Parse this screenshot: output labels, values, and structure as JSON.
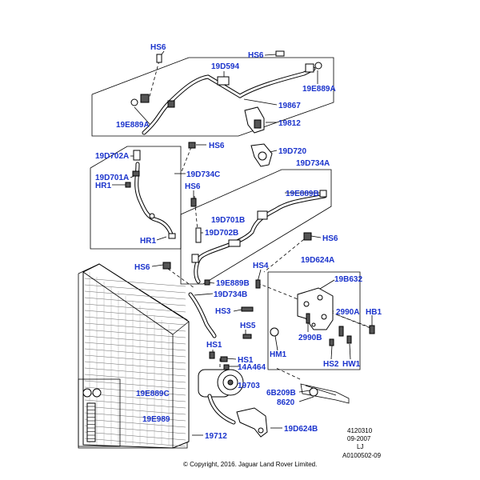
{
  "labels": {
    "hs6_top": "HS6",
    "hs6_right": "HS6",
    "p19d594": "19D594",
    "p19e889a_right": "19E889A",
    "p19e889a_left": "19E889A",
    "p19867": "19867",
    "p19812": "19812",
    "hs6_mid": "HS6",
    "p19d720": "19D720",
    "p19d702a": "19D702A",
    "p19d701a": "19D701A",
    "hr1_top": "HR1",
    "p19d734c": "19D734C",
    "p19d734a": "19D734A",
    "hs6_left": "HS6",
    "p19e889b_upper": "19E889B",
    "p19d701b": "19D701B",
    "p19d702b": "19D702B",
    "hs6_b": "HS6",
    "hr1_bottom": "HR1",
    "hs6_c": "HS6",
    "hs4": "HS4",
    "p19d624a": "19D624A",
    "p19e889b_lower": "19E889B",
    "p19b632": "19B632",
    "p19d734b": "19D734B",
    "hs3": "HS3",
    "p2990a": "2990A",
    "hb1": "HB1",
    "hs5": "HS5",
    "p2990b": "2990B",
    "hm1": "HM1",
    "hs1_a": "HS1",
    "hs1_b": "HS1",
    "p14a464": "14A464",
    "hs2": "HS2",
    "hw1": "HW1",
    "p19703": "19703",
    "p6b209b": "6B209B",
    "p8620": "8620",
    "p19e889c": "19E889C",
    "p19e989": "19E989",
    "p19d624b": "19D624B",
    "p19712": "19712"
  },
  "meta": {
    "code": "4120310",
    "date": "09-2007",
    "initials": "LJ",
    "ref": "A0100502-09"
  },
  "copyright": "© Copyright, 2016. Jaguar Land Rover Limited."
}
